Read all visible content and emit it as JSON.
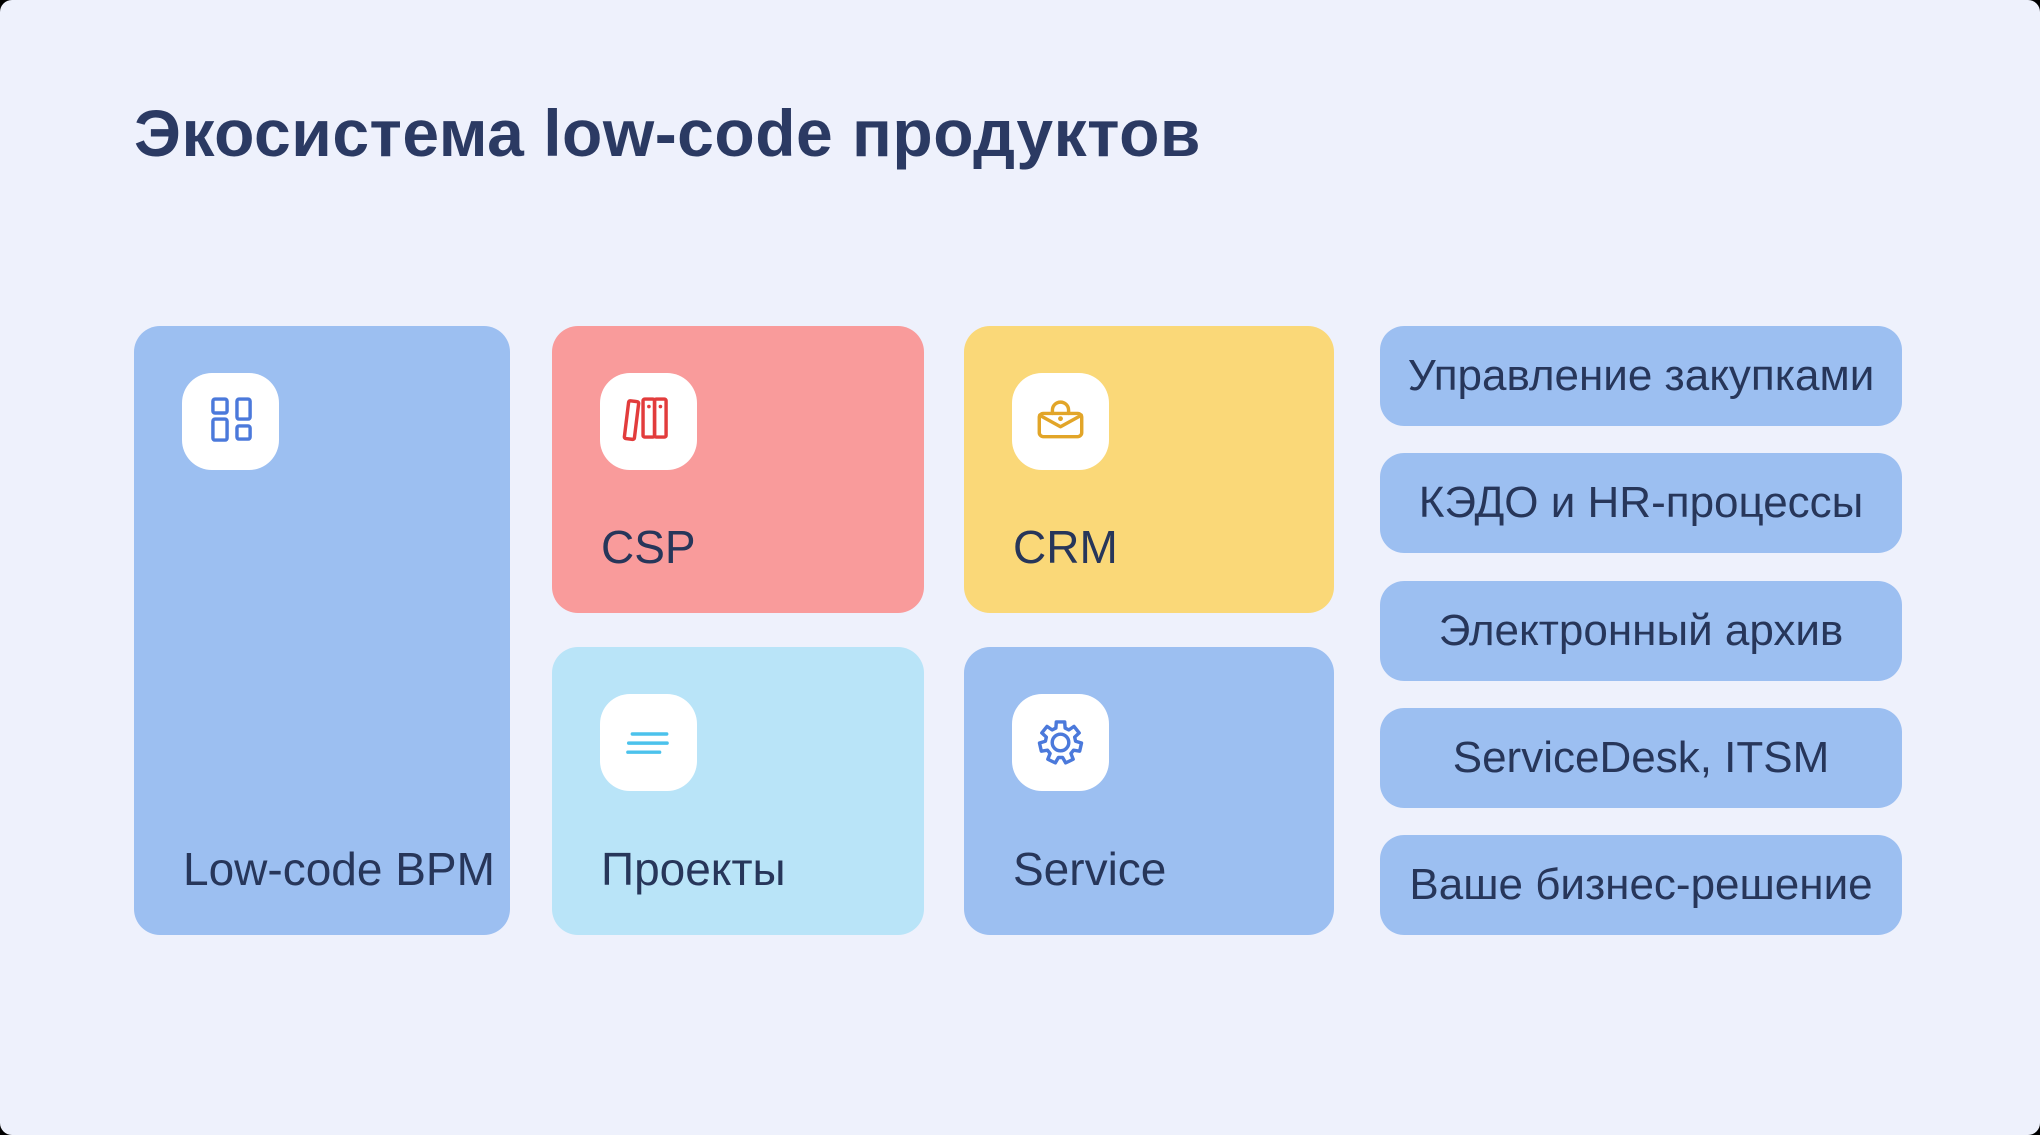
{
  "page": {
    "title": "Экосистема low-code продуктов",
    "background": "#EEF1FC",
    "outer_background": "#000000",
    "title_color": "#2B3A63",
    "icon_tile_color": "#FFFFFF"
  },
  "card_label_color": "#27365A",
  "cards": {
    "bpm": {
      "label": "Low-code BPM",
      "background": "#9CBFF1",
      "icon": "dashboard-grid-icon",
      "icon_color": "#4B79DB"
    },
    "csp": {
      "label": "CSP",
      "background": "#F99B9B",
      "icon": "books-icon",
      "icon_color": "#E23C3C"
    },
    "crm": {
      "label": "CRM",
      "background": "#FAD878",
      "icon": "briefcase-icon",
      "icon_color": "#E2A528"
    },
    "projects": {
      "label": "Проекты",
      "background": "#B9E4F8",
      "icon": "text-lines-icon",
      "icon_color": "#4CC2EC"
    },
    "service": {
      "label": "Service",
      "background": "#9CBFF1",
      "icon": "gear-icon",
      "icon_color": "#4B79DB"
    }
  },
  "pills": {
    "background": "#9CBFF1",
    "text_color": "#27365A",
    "items": [
      "Управление закупками",
      "КЭДО и HR-процессы",
      "Электронный архив",
      "ServiceDesk, ITSM",
      "Ваше бизнес-решение"
    ]
  }
}
